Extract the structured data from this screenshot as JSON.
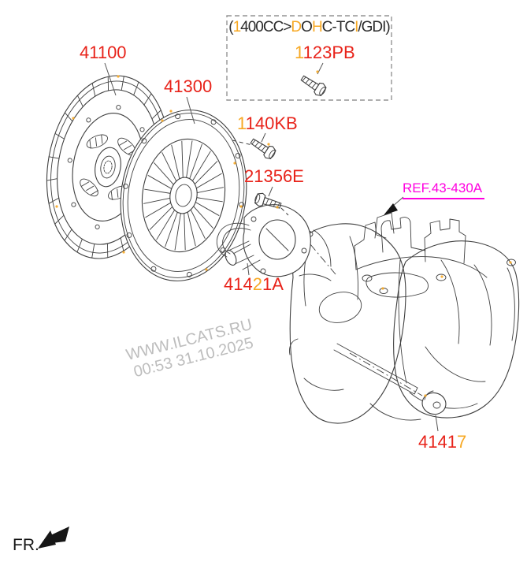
{
  "colors": {
    "background": "#ffffff",
    "part_label_red": "#e8231a",
    "highlight_orange": "#f7a823",
    "ref_magenta": "#ff00e0",
    "line_dark": "#3f3f3f",
    "leader_gray": "#555555",
    "dashed_box_gray": "#949494",
    "watermark_gray": "#bdbdbd",
    "text_black": "#2a2a2a"
  },
  "variant_box": {
    "title_value": "(1400CC>DOHC-TCI/GDI)",
    "title_segments": [
      {
        "text": "(",
        "hl": false
      },
      {
        "text": "1",
        "hl": true
      },
      {
        "text": "400CC>",
        "hl": false
      },
      {
        "text": "D",
        "hl": true
      },
      {
        "text": "O",
        "hl": false
      },
      {
        "text": "H",
        "hl": true
      },
      {
        "text": "C-TC",
        "hl": false
      },
      {
        "text": "I",
        "hl": true
      },
      {
        "text": "/GDI)",
        "hl": false
      }
    ]
  },
  "labels": {
    "p41100": {
      "value": "41100",
      "segments": [
        {
          "text": "41100",
          "hl": false
        }
      ]
    },
    "p41300": {
      "value": "41300",
      "segments": [
        {
          "text": "41300",
          "hl": false
        }
      ]
    },
    "p1123pb": {
      "value": "1123PB",
      "segments": [
        {
          "text": "1",
          "hl": true
        },
        {
          "text": "123PB",
          "hl": false
        }
      ]
    },
    "p1140kb": {
      "value": "1140KB",
      "segments": [
        {
          "text": "1",
          "hl": true
        },
        {
          "text": "140KB",
          "hl": false
        }
      ]
    },
    "p21356e": {
      "value": "21356E",
      "segments": [
        {
          "text": "21356E",
          "hl": false
        }
      ]
    },
    "p41421a": {
      "value": "41421A",
      "segments": [
        {
          "text": "414",
          "hl": false
        },
        {
          "text": "2",
          "hl": true
        },
        {
          "text": "1A",
          "hl": false
        }
      ]
    },
    "p41417": {
      "value": "41417",
      "segments": [
        {
          "text": "4141",
          "hl": false
        },
        {
          "text": "7",
          "hl": true
        }
      ]
    }
  },
  "ref_label": {
    "text": "REF.43-430A"
  },
  "watermark": {
    "line1": "WWW.ILCATS.RU",
    "line2": "00:53 31.10.2025"
  },
  "fr": {
    "text": "FR."
  }
}
